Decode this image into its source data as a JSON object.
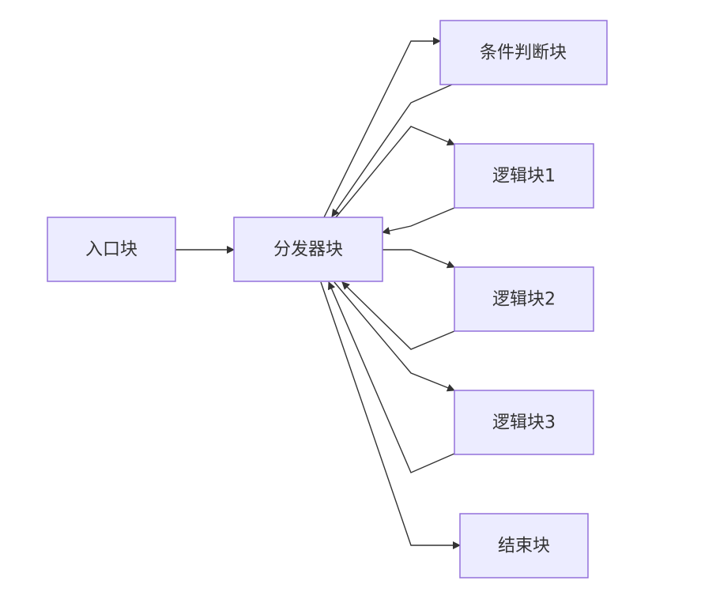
{
  "nodes": {
    "entry": "入口块",
    "dispatcher": "分发器块",
    "condition": "条件判断块",
    "logic1": "逻辑块1",
    "logic2": "逻辑块2",
    "logic3": "逻辑块3",
    "end": "结束块"
  },
  "edges": [
    {
      "from": "entry",
      "to": "dispatcher"
    },
    {
      "from": "dispatcher",
      "to": "condition"
    },
    {
      "from": "condition",
      "to": "dispatcher"
    },
    {
      "from": "dispatcher",
      "to": "logic1"
    },
    {
      "from": "logic1",
      "to": "dispatcher"
    },
    {
      "from": "dispatcher",
      "to": "logic2"
    },
    {
      "from": "logic2",
      "to": "dispatcher"
    },
    {
      "from": "dispatcher",
      "to": "logic3"
    },
    {
      "from": "logic3",
      "to": "dispatcher"
    },
    {
      "from": "dispatcher",
      "to": "end"
    }
  ],
  "colors": {
    "node_fill": "#ececff",
    "node_stroke": "#9370db",
    "edge": "#333333",
    "text": "#333333"
  }
}
